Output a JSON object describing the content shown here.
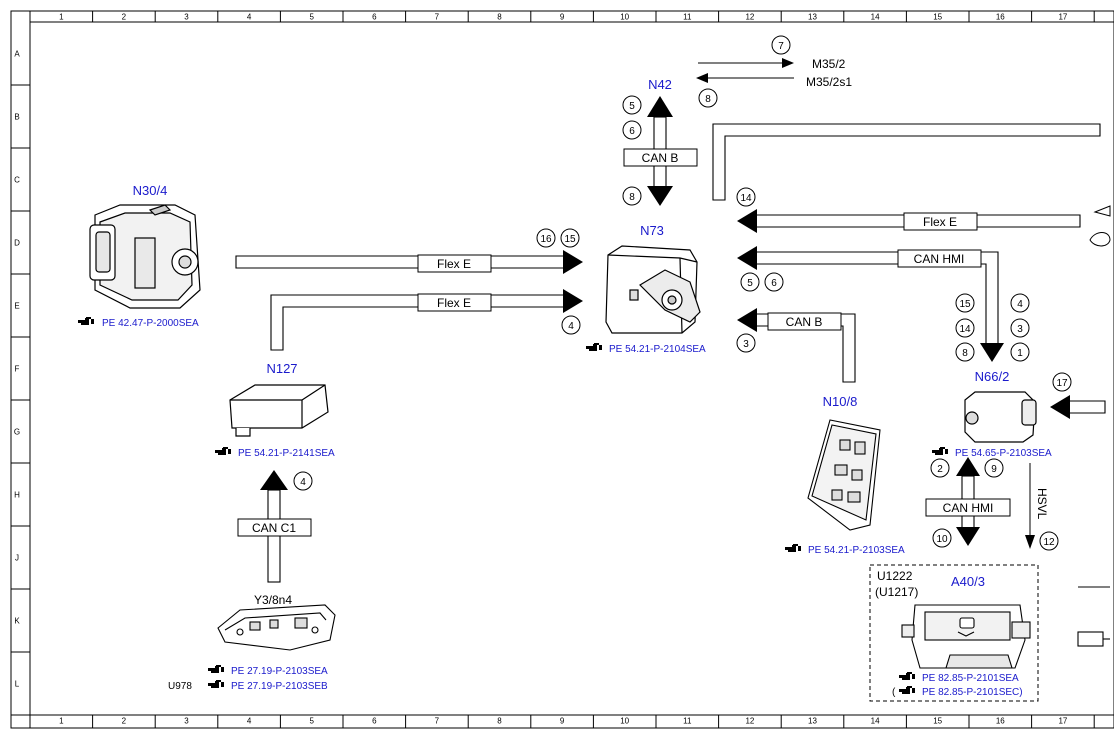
{
  "grid": {
    "columns": [
      "1",
      "2",
      "3",
      "4",
      "5",
      "6",
      "7",
      "8",
      "9",
      "10",
      "11",
      "12",
      "13",
      "14",
      "15",
      "16",
      "17"
    ],
    "rows": [
      "A",
      "B",
      "C",
      "D",
      "E",
      "F",
      "G",
      "H",
      "J",
      "K",
      "L"
    ]
  },
  "components": {
    "n30_4": {
      "label": "N30/4",
      "ref": "PE 42.47-P-2000SEA"
    },
    "n127": {
      "label": "N127",
      "ref": "PE 54.21-P-2141SEA"
    },
    "y3_8n4": {
      "label": "Y3/8n4",
      "ref1": "PE 27.19-P-2103SEA",
      "ref2": "PE 27.19-P-2103SEB",
      "code": "U978"
    },
    "n42": {
      "label": "N42"
    },
    "n73": {
      "label": "N73",
      "ref": "PE 54.21-P-2104SEA"
    },
    "n10_8": {
      "label": "N10/8",
      "ref": "PE 54.21-P-2103SEA"
    },
    "n66_2": {
      "label": "N66/2",
      "ref": "PE 54.65-P-2103SEA"
    },
    "a40_3": {
      "label": "A40/3",
      "code1": "U1222",
      "code2": "(U1217)",
      "ref1": "PE 82.85-P-2101SEA",
      "ref2": "PE 82.85-P-2101SEC)",
      "ref2_prefix": "("
    },
    "m35": {
      "label1": "M35/2",
      "label2": "M35/2s1"
    }
  },
  "buses": {
    "flex_e_1": "Flex E",
    "flex_e_2": "Flex E",
    "flex_e_3": "Flex E",
    "can_b_1": "CAN B",
    "can_b_2": "CAN B",
    "can_hmi_1": "CAN HMI",
    "can_hmi_2": "CAN HMI",
    "can_c1": "CAN C1",
    "hsvl": "HSVL"
  },
  "circles": {
    "c7": "7",
    "c8": "8",
    "c5a": "5",
    "c6a": "6",
    "c8b": "8",
    "c16": "16",
    "c15a": "15",
    "c4a": "4",
    "c14a": "14",
    "c5b": "5",
    "c6b": "6",
    "c3a": "3",
    "c15b": "15",
    "c4b": "4",
    "c14b": "14",
    "c3b": "3",
    "c8c": "8",
    "c1": "1",
    "c17": "17",
    "c2": "2",
    "c9": "9",
    "c10": "10",
    "c12": "12",
    "c4c": "4"
  },
  "icons": {
    "reference": "pointing-hand-icon"
  }
}
